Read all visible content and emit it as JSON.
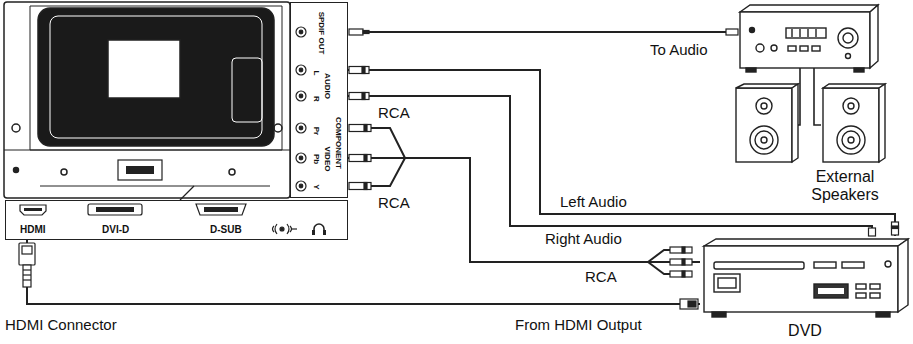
{
  "diagram": {
    "nodes": [
      {
        "text": [
          "HDMI",
          "DVI-D",
          "D-SUB"
        ]
      },
      {
        "text": [
          "SPDIF OUT",
          "L",
          "AUDIO",
          "R",
          "Pr",
          "Pb",
          "Y",
          "VIDEO",
          "COMPONENT"
        ]
      },
      {
        "text": [
          "DVD"
        ]
      },
      {
        "text": [
          "External Speakers"
        ]
      }
    ],
    "edges": [
      {
        "from": 2,
        "to": 0,
        "arrow": "none",
        "label": "From HDMI Output"
      },
      {
        "from": 1,
        "to": 2,
        "arrow": "none",
        "label": "Left Audio"
      },
      {
        "from": 1,
        "to": 2,
        "arrow": "none",
        "label": "Right Audio"
      },
      {
        "from": 1,
        "to": 2,
        "arrow": "none",
        "label": "RCA"
      }
    ],
    "labels": [
      "To Audio",
      "RCA",
      "RCA",
      "HDMI Connector"
    ]
  }
}
